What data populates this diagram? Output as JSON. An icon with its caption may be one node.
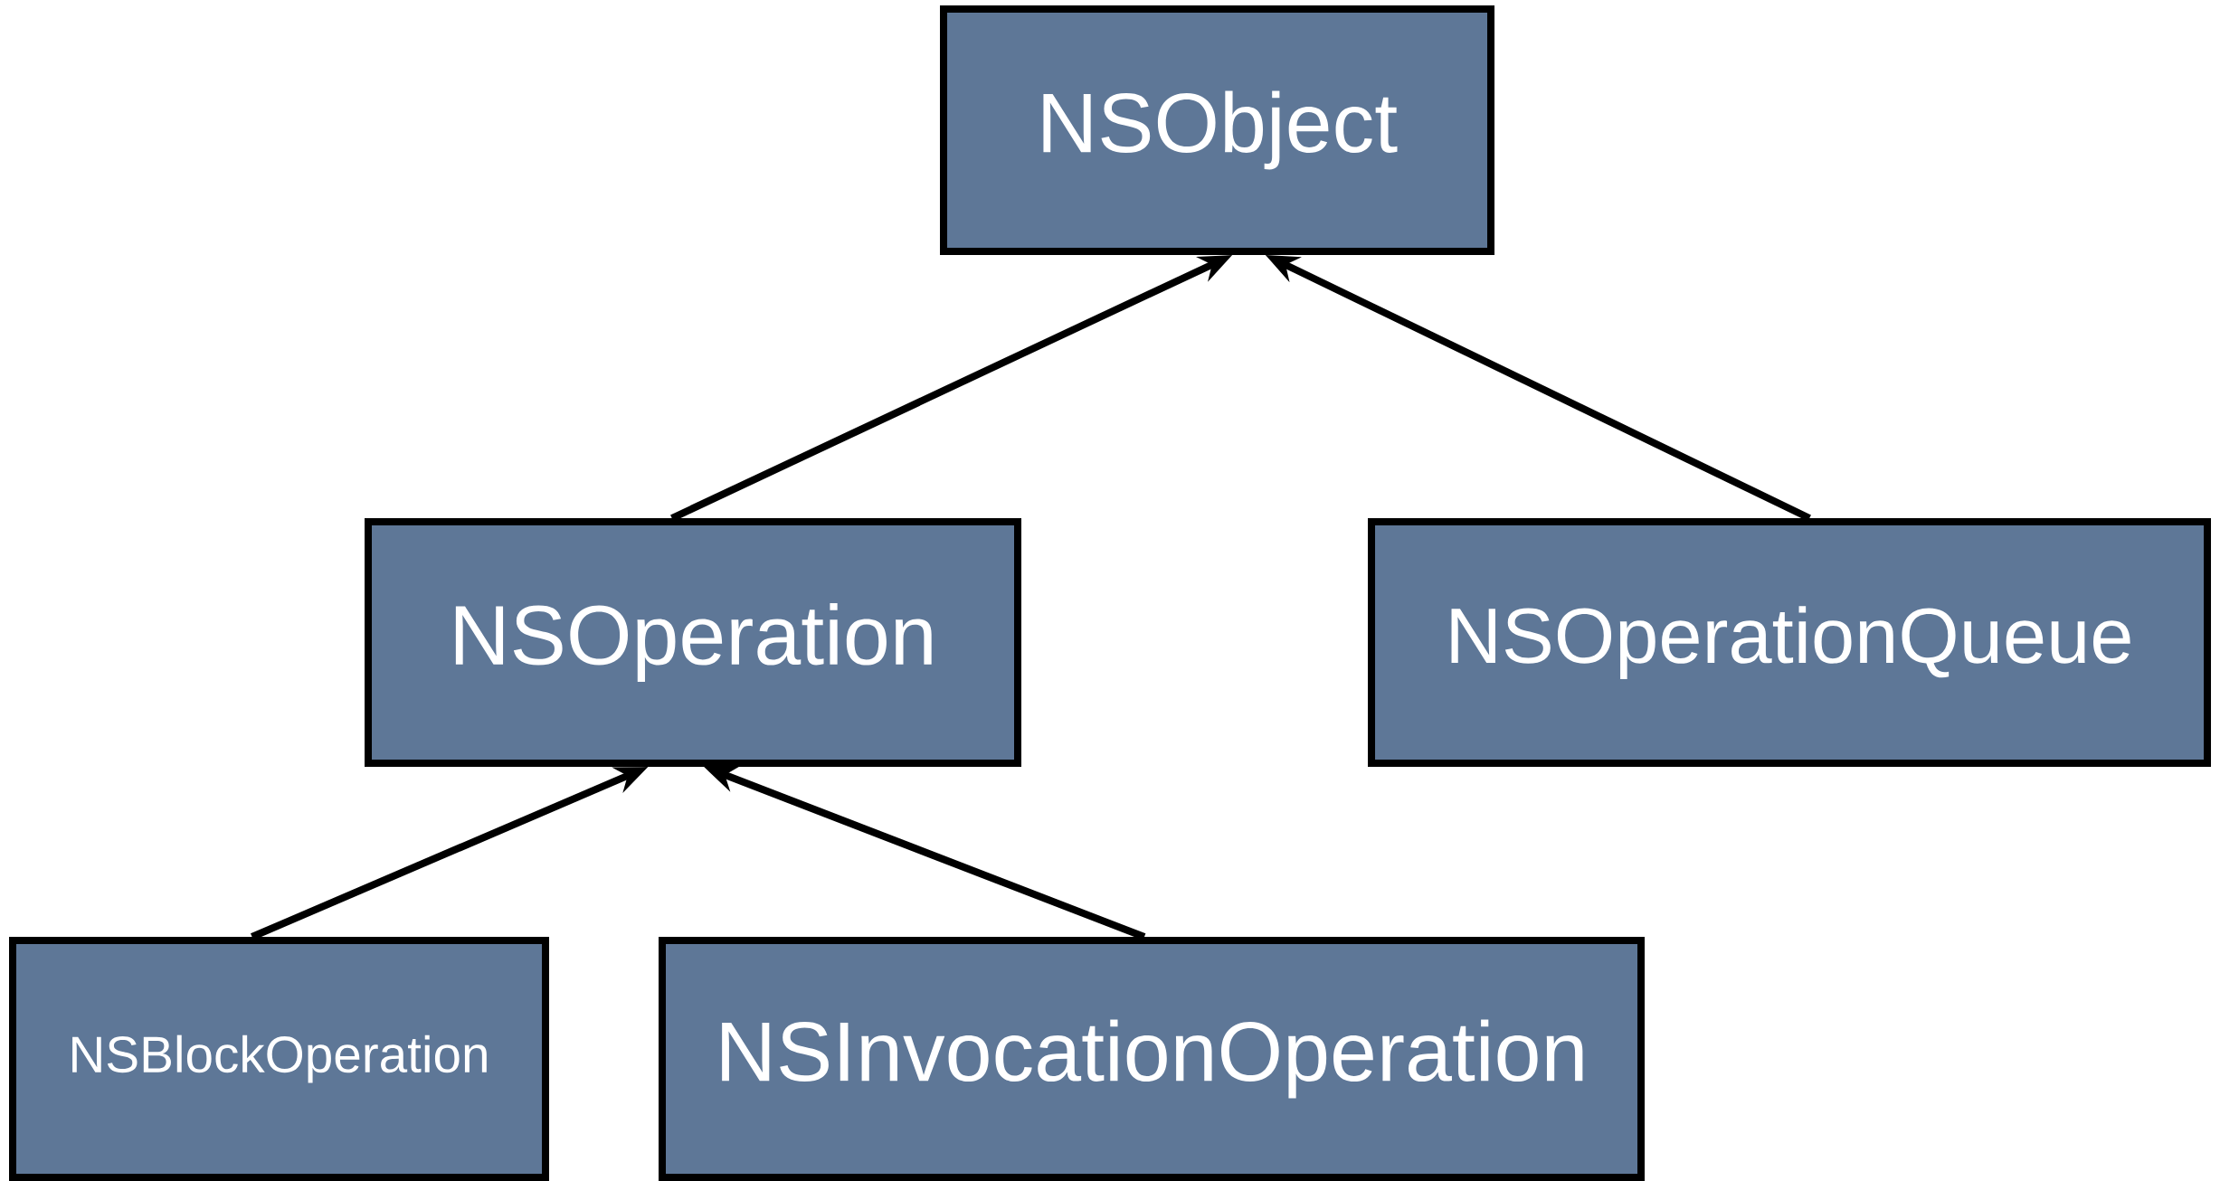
{
  "diagram": {
    "nodes": [
      {
        "text": [
          "NSObject"
        ]
      },
      {
        "text": [
          "NSOperation"
        ]
      },
      {
        "text": [
          "NSOperationQueue"
        ]
      },
      {
        "text": [
          "NSBlockOperation"
        ]
      },
      {
        "text": [
          "NSInvocationOperation"
        ]
      }
    ],
    "edges": [
      {
        "from": 1,
        "to": 0,
        "arrow": "to"
      },
      {
        "from": 2,
        "to": 0,
        "arrow": "to"
      },
      {
        "from": 3,
        "to": 1,
        "arrow": "to"
      },
      {
        "from": 4,
        "to": 1,
        "arrow": "to"
      }
    ]
  }
}
